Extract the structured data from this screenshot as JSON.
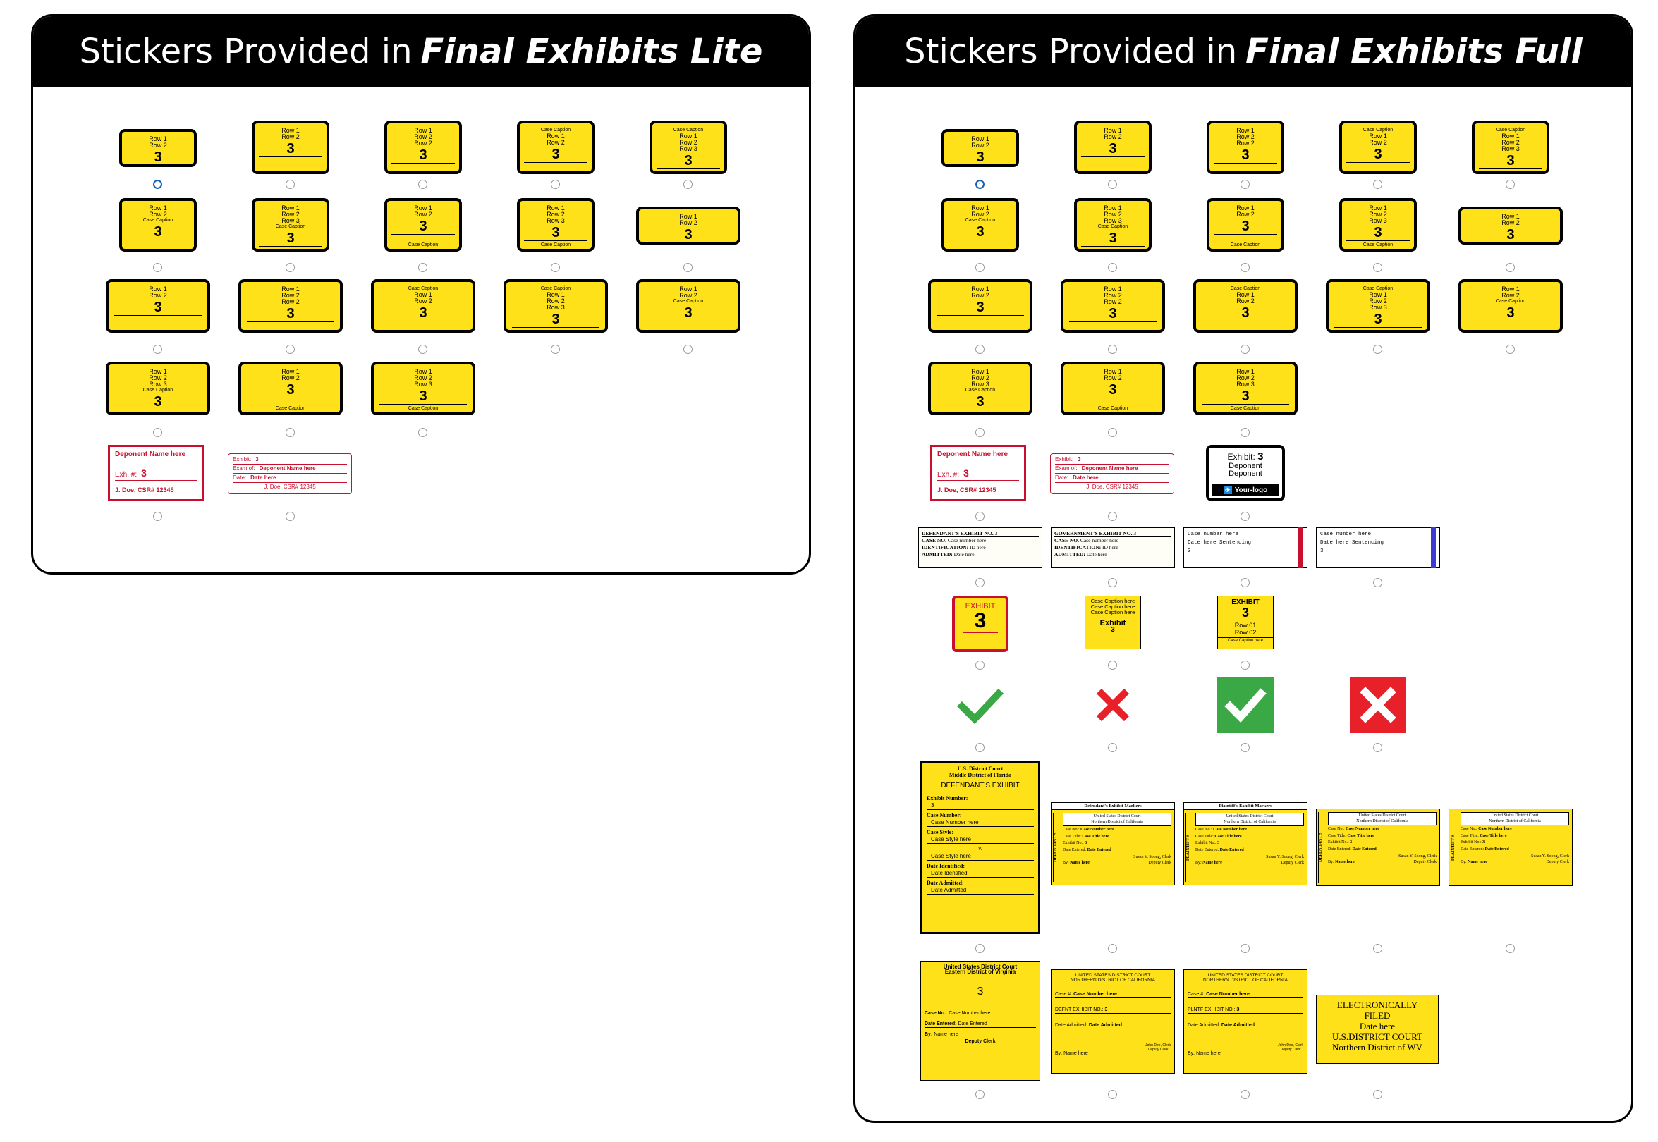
{
  "panels": {
    "lite": {
      "title_prefix": "Stickers Provided in",
      "title_emphasis": "Final Exhibits Lite"
    },
    "full": {
      "title_prefix": "Stickers Provided in",
      "title_emphasis": "Final Exhibits Full"
    }
  },
  "yellow_stickers": [
    {
      "lines": [
        "Row 1",
        "Row 2"
      ],
      "number": "3"
    },
    {
      "lines": [
        "Row 1",
        "Row 2"
      ],
      "number": "3"
    },
    {
      "lines": [
        "Row 1",
        "Row 2",
        "Row 2"
      ],
      "number": "3"
    },
    {
      "lines": [
        "Case Caption",
        "Row 1",
        "Row 2"
      ],
      "number": "3"
    },
    {
      "lines": [
        "Case Caption",
        "Row 1",
        "Row 2",
        "Row 3"
      ],
      "number": "3"
    },
    {
      "lines": [
        "Row 1",
        "Row 2",
        "Case Caption"
      ],
      "number": "3"
    },
    {
      "lines": [
        "Row 1",
        "Row 2",
        "Row 3",
        "Case Caption"
      ],
      "number": "3"
    },
    {
      "lines": [
        "Row 1",
        "Row 2"
      ],
      "number": "3",
      "bottom": "Case Caption"
    },
    {
      "lines": [
        "Row 1",
        "Row 2",
        "Row 3"
      ],
      "number": "3",
      "bottom": "Case Caption"
    },
    {
      "lines": [
        "Row 1",
        "Row 2"
      ],
      "number": "3"
    },
    {
      "lines": [
        "Row 1",
        "Row 2"
      ],
      "number": "3"
    },
    {
      "lines": [
        "Row 1",
        "Row 2",
        "Row 2"
      ],
      "number": "3"
    },
    {
      "lines": [
        "Case Caption",
        "Row 1",
        "Row 2"
      ],
      "number": "3"
    },
    {
      "lines": [
        "Case Caption",
        "Row 1",
        "Row 2",
        "Row 3"
      ],
      "number": "3"
    },
    {
      "lines": [
        "Row 1",
        "Row 2",
        "Case Caption"
      ],
      "number": "3"
    },
    {
      "lines": [
        "Row 1",
        "Row 2",
        "Row 3",
        "Case Caption"
      ],
      "number": "3"
    },
    {
      "lines": [
        "Row 1",
        "Row 2"
      ],
      "number": "3",
      "bottom": "Case Caption"
    },
    {
      "lines": [
        "Row 1",
        "Row 2",
        "Row 3"
      ],
      "number": "3",
      "bottom": "Case Caption"
    }
  ],
  "deponent": {
    "title": "Deponent Name here",
    "exh_label": "Exh. #:",
    "number": "3",
    "footer": "J. Doe, CSR# 12345"
  },
  "exam": {
    "exhibit_label": "Exhibit:",
    "number": "3",
    "exam_label": "Exam of:",
    "name": "Deponent Name here",
    "date_label": "Date:",
    "date": "Date here",
    "footer": "J. Doe, CSR# 12345"
  },
  "logo": {
    "exhibit_label": "Exhibit:",
    "number": "3",
    "line1": "Deponent",
    "line2": "Deponent",
    "logo_text": "Your-logo"
  },
  "defendant_form": {
    "r1_label": "DEFENDANT'S EXHIBIT NO.",
    "r1_val": "3",
    "r2_label": "CASE NO.",
    "r2_val": "Case number here",
    "r3_label": "IDENTIFICATION:",
    "r3_val": "ID here",
    "r4_label": "ADMITTED:",
    "r4_val": "Date here"
  },
  "government_form": {
    "r1_label": "GOVERNMENT'S EXHIBIT NO.",
    "r1_val": "3",
    "r2_label": "CASE NO.",
    "r2_val": "Case number here",
    "r3_label": "IDENTIFICATION:",
    "r3_val": "ID here",
    "r4_label": "ADMITTED:",
    "r4_val": "Date here"
  },
  "sentencing": {
    "line1": "Case number here",
    "line2": "Date here  Sentencing",
    "number": "3",
    "red": "#c8102e",
    "blue": "#3a3ad6"
  },
  "exhibit_red": {
    "label": "EXHIBIT",
    "number": "3"
  },
  "caption_square": {
    "l1": "Case Caption here",
    "l2": "Case Caption here",
    "l3": "Case Caption here",
    "label": "Exhibit",
    "number": "3"
  },
  "exhibit_square": {
    "label": "EXHIBIT",
    "number": "3",
    "r1": "Row 01",
    "r2": "Row 02",
    "cap": "Case Caption here"
  },
  "marks": {
    "check_color": "#3aa845",
    "cross_color": "#e8202a",
    "check_icon": "check-mark-icon",
    "cross_icon": "cross-mark-icon"
  },
  "florida": {
    "h1": "U.S. District Court",
    "h2": "Middle District of Florida",
    "sub": "DEFENDANT'S EXHIBIT",
    "exnum_label": "Exhibit Number:",
    "exnum": "3",
    "case_label": "Case Number:",
    "case_val": "Case Number here",
    "style_label": "Case Style:",
    "style_val": "Case Style here",
    "vs": "v.",
    "style_val2": "Case Style here",
    "ident_label": "Date Identified:",
    "ident_val": "Date Identified",
    "adm_label": "Date Admitted:",
    "adm_val": "Date Admitted"
  },
  "markers": [
    {
      "top": "Defendant's Exhibit Markers",
      "side": "DEFENDANT'S",
      "c1": "United States District Court",
      "c2": "Northern District of California",
      "boxed": false
    },
    {
      "top": "Plaintiff's Exhibit Markers",
      "side": "PLAINTIFF'S",
      "c1": "United States District Court",
      "c2": "Northern District of California",
      "boxed": false
    },
    {
      "top": "",
      "side": "DEFENDANT'S",
      "c1": "United States District Court",
      "c2": "Northern District of California",
      "boxed": true
    },
    {
      "top": "",
      "side": "PLAINTIFF'S",
      "c1": "United States District Court",
      "c2": "Northern District of California",
      "boxed": true
    }
  ],
  "marker_rows": {
    "case_label": "Case No.:",
    "case_val": "Case Number here",
    "title_label": "Case Title:",
    "title_val": "Case Title here",
    "ex_label": "Exhibit No.:",
    "ex_val": "3",
    "date_label": "Date Entered:",
    "date_val": "Date Entered",
    "clerk": "Susan Y. Soong, Clerk",
    "by_label": "By:",
    "by_val": "Name here",
    "deputy": "Deputy Clerk"
  },
  "virginia": {
    "h1": "United States District Court",
    "h2": "Eastern District of Virginia",
    "number": "3",
    "case_label": "Case No.:",
    "case_val": "Case Number here",
    "date_label": "Date Entered:",
    "date_val": "Date Entered",
    "by_label": "By:",
    "by_val": "Name here",
    "footer": "Deputy Clerk"
  },
  "cand_defnt": {
    "h1": "UNITED STATES DISTRICT COURT",
    "h2": "NORTHERN DISTRICT OF CALIFORNIA",
    "case_label": "Case #:",
    "case_val": "Case Number here",
    "ex_label": "DEFNT EXHIBIT NO.:",
    "ex_val": "3",
    "adm_label": "Date Admitted:",
    "adm_val": "Date Admitted",
    "by_label": "By:",
    "by_val": "Name here",
    "clerk1": "John Doe, Clerk",
    "clerk2": "Deputy Clerk"
  },
  "cand_plntf": {
    "h1": "UNITED STATES DISTRICT COURT",
    "h2": "NORTHERN DISTRICT OF CALIFORNIA",
    "case_label": "Case #:",
    "case_val": "Case Number here",
    "ex_label": "PLNTF EXHIBIT NO.:",
    "ex_val": "3",
    "adm_label": "Date Admitted:",
    "adm_val": "Date Admitted",
    "by_label": "By:",
    "by_val": "Name here",
    "clerk1": "John Doe, Clerk",
    "clerk2": "Deputy Clerk"
  },
  "efiled": {
    "l1": "ELECTRONICALLY",
    "l2": "FILED",
    "l3": "Date here",
    "l4": "U.S.DISTRICT COURT",
    "l5": "Northern District of WV"
  }
}
